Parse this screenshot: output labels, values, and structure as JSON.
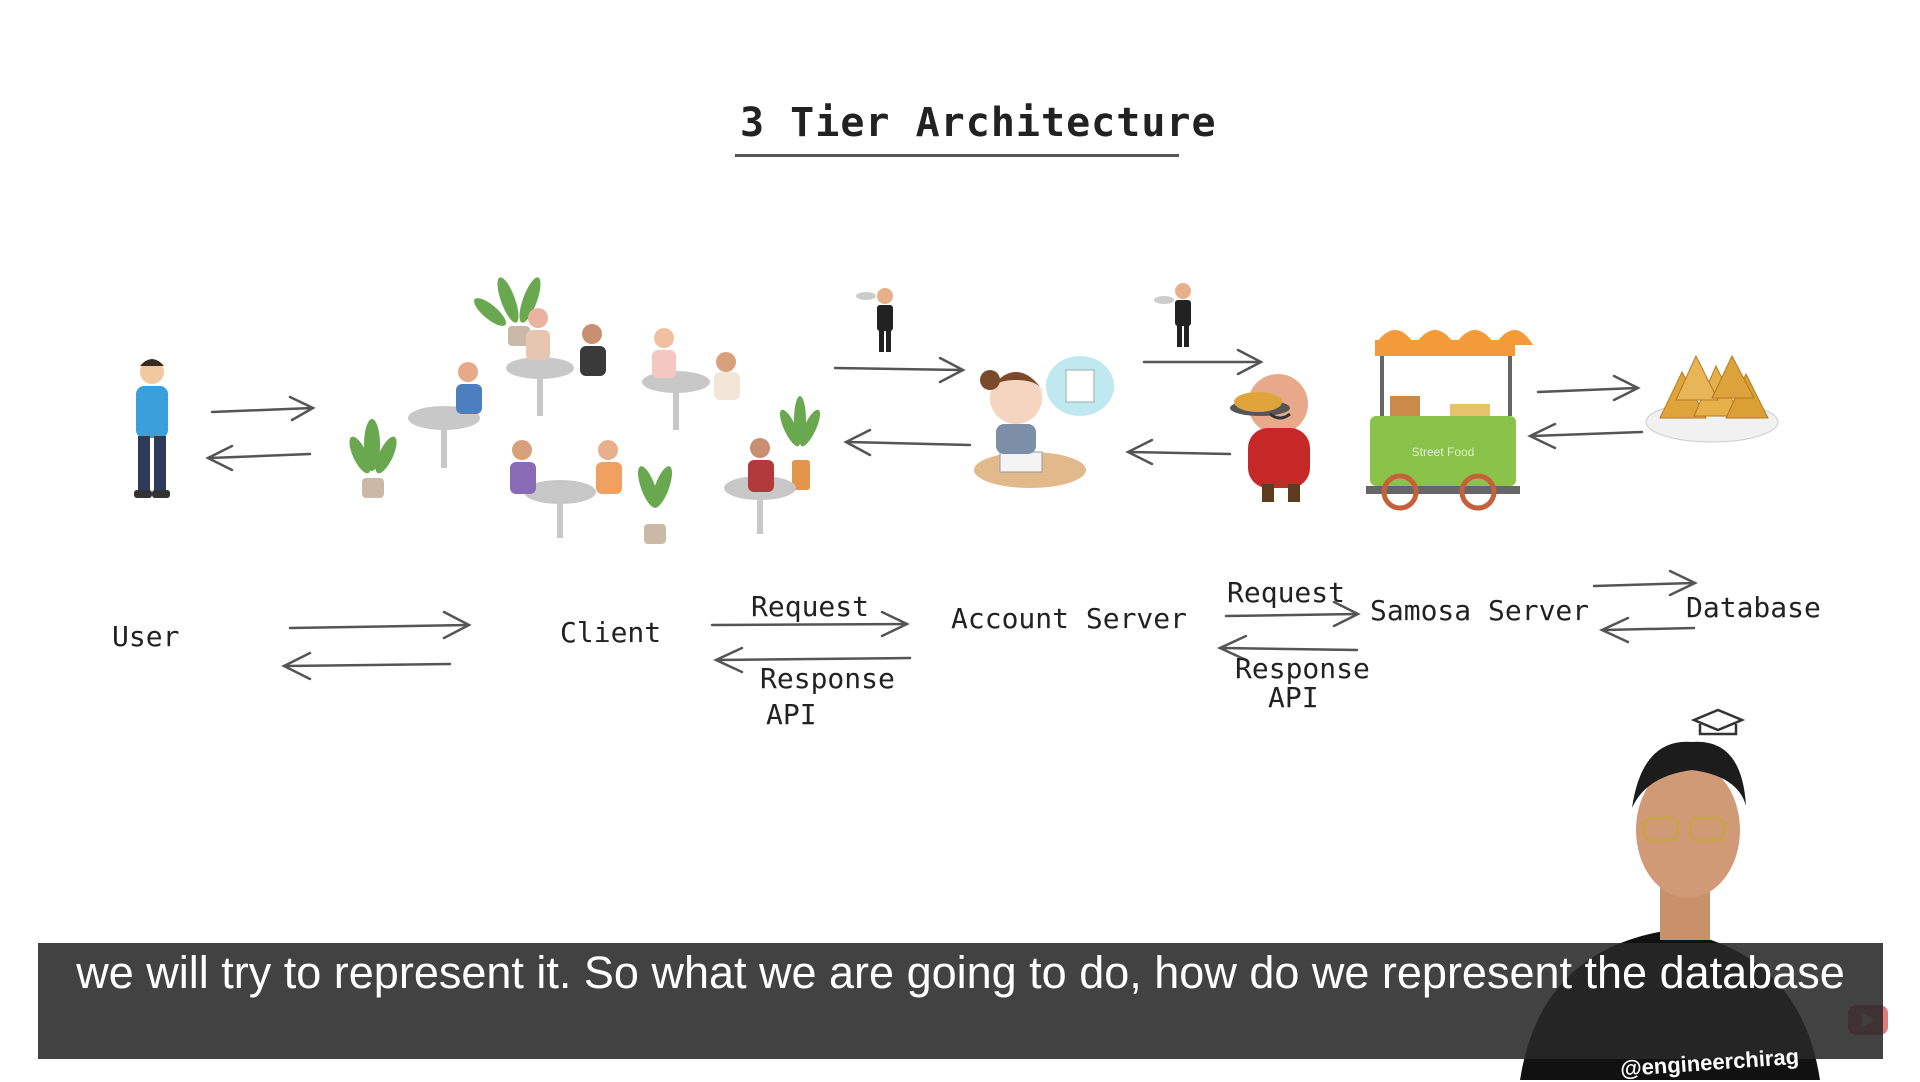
{
  "diagram": {
    "title": "3 Tier Architecture",
    "nodes": {
      "user": "User",
      "client": "Client",
      "account_server": "Account Server",
      "samosa_server": "Samosa Server",
      "database": "Database"
    },
    "edges": {
      "client_account_request": "Request",
      "client_account_response": "Response",
      "client_account_api": "API",
      "account_samosa_request": "Request",
      "account_samosa_response": "Response",
      "account_samosa_api": "API"
    },
    "cart_sign": "Street Food"
  },
  "video": {
    "caption": "we will try to represent it. So what we are going to do, how do we represent the database",
    "channel_handle": "@engineerchirag"
  },
  "colors": {
    "caption_bg": "#282828",
    "stroke": "#555555",
    "cart_canopy": "#f39a3a",
    "cart_body": "#8bc34a",
    "samosa": "#e0a53a"
  }
}
